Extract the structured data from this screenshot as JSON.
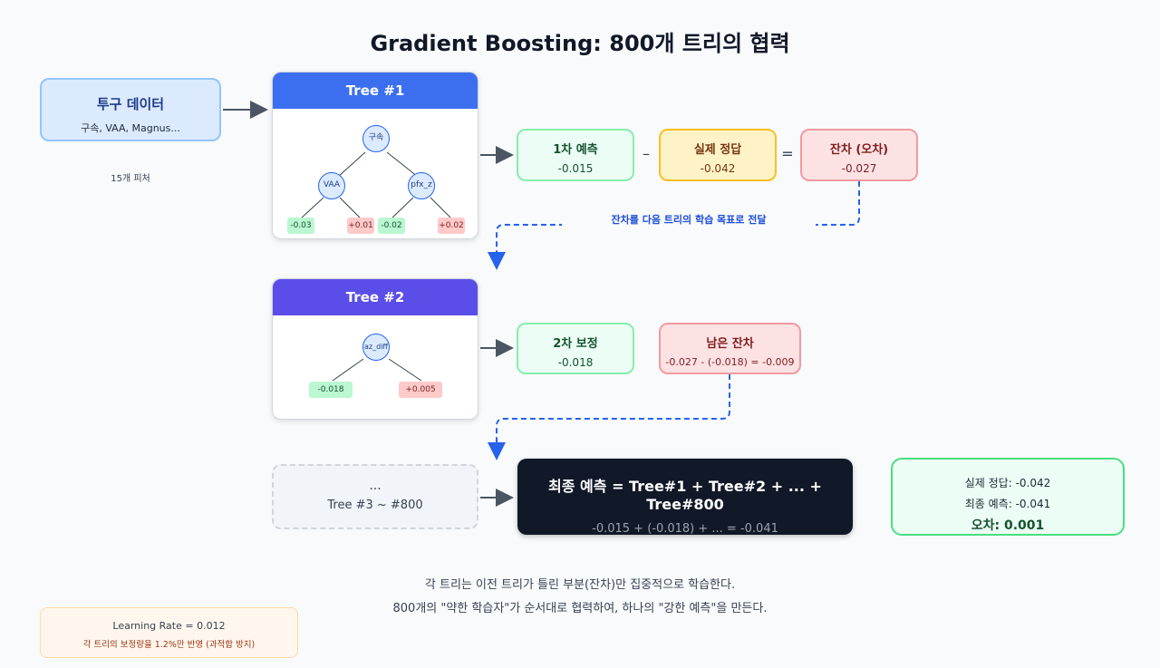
{
  "title": "Gradient Boosting: 800개 트리의 협력",
  "input": {
    "title": "투구 데이터",
    "subtitle": "구속, VAA, Magnus...",
    "note": "15개 피처"
  },
  "tree1": {
    "label": "Tree #1",
    "root": "구속",
    "left": "VAA",
    "right": "pfx_z",
    "leaves": [
      "-0.03",
      "+0.01",
      "-0.02",
      "+0.02"
    ]
  },
  "step1": {
    "pred": {
      "title": "1차 예측",
      "value": "-0.015"
    },
    "minus": "–",
    "truth": {
      "title": "실제 정답",
      "value": "-0.042"
    },
    "equals": "=",
    "resid": {
      "title": "잔차 (오차)",
      "value": "-0.027"
    }
  },
  "pass_label": "잔차를 다음 트리의 학습 목표로 전달",
  "tree2": {
    "label": "Tree #2",
    "root": "az_diff",
    "leaves": [
      "-0.018",
      "+0.005"
    ]
  },
  "step2": {
    "correction": {
      "title": "2차 보정",
      "value": "-0.018"
    },
    "remaining": {
      "title": "남은 잔차",
      "value": "-0.027 - (-0.018) = -0.009"
    }
  },
  "rest_trees": {
    "dots": "...",
    "label": "Tree #3 ~ #800"
  },
  "final": {
    "formula": "최종 예측 = Tree#1 + Tree#2 + ... + Tree#800",
    "sum": "-0.015 + (-0.018) + ... = -0.041"
  },
  "result": {
    "truth": "실제 정답: -0.042",
    "pred": "최종 예측: -0.041",
    "error": "오차: 0.001"
  },
  "summary": {
    "line1": "각 트리는 이전 트리가 틀린 부분(잔차)만 집중적으로 학습한다.",
    "line2": "800개의 \"약한 학습자\"가 순서대로 협력하여, 하나의 \"강한 예측\"을 만든다."
  },
  "learning_rate": {
    "line1": "Learning Rate = 0.012",
    "line2": "각 트리의 보정량을 1.2%만 반영 (과적합 방지)"
  },
  "colors": {
    "tree1": "#3b6ff0",
    "tree2": "#5b4ee8",
    "arrow": "#4b5563",
    "dash": "#2563eb"
  }
}
